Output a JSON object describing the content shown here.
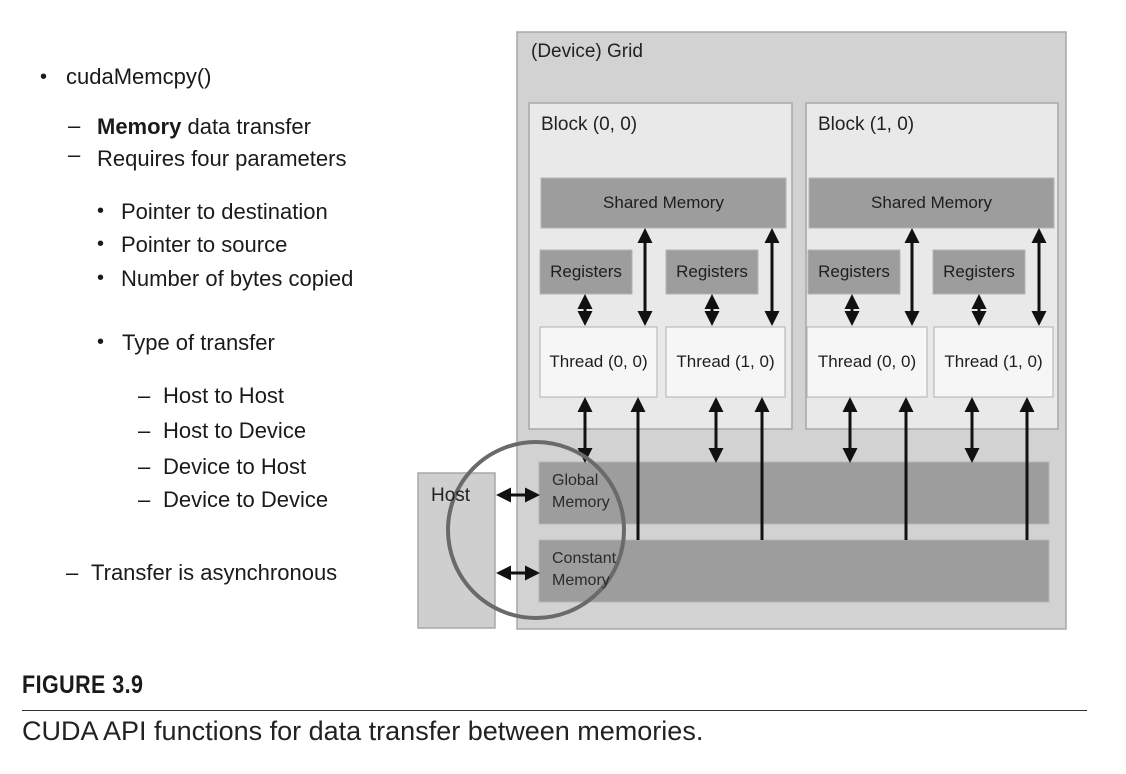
{
  "bullets": {
    "main": "cudaMemcpy()",
    "memory_bold": "Memory",
    "memory_rest": " data transfer",
    "params": "Requires four parameters",
    "p1": "Pointer to destination",
    "p2": "Pointer to source",
    "p3": "Number of bytes copied",
    "p4": "Type of transfer",
    "t1": "Host to Host",
    "t2": "Host to Device",
    "t3": "Device to Host",
    "t4": "Device to Device",
    "async": "Transfer is asynchronous"
  },
  "diagram": {
    "grid_label": "(Device) Grid",
    "block0_label": "Block (0, 0)",
    "block1_label": "Block (1, 0)",
    "shared_memory": "Shared Memory",
    "registers": "Registers",
    "thread00": "Thread (0, 0)",
    "thread10": "Thread (1, 0)",
    "host": "Host",
    "global_memory_line1": "Global",
    "global_memory_line2": "Memory",
    "constant_memory_line1": "Constant",
    "constant_memory_line2": "Memory"
  },
  "colors": {
    "grid_bg": "#d2d2d2",
    "block_bg": "#e9e9e9",
    "mem_box": "#9d9d9d",
    "thread_bg": "#f6f6f6",
    "host_bg": "#cfcfcf"
  },
  "figure": {
    "label": "FIGURE 3.9",
    "caption": "CUDA API functions for data transfer between memories."
  }
}
